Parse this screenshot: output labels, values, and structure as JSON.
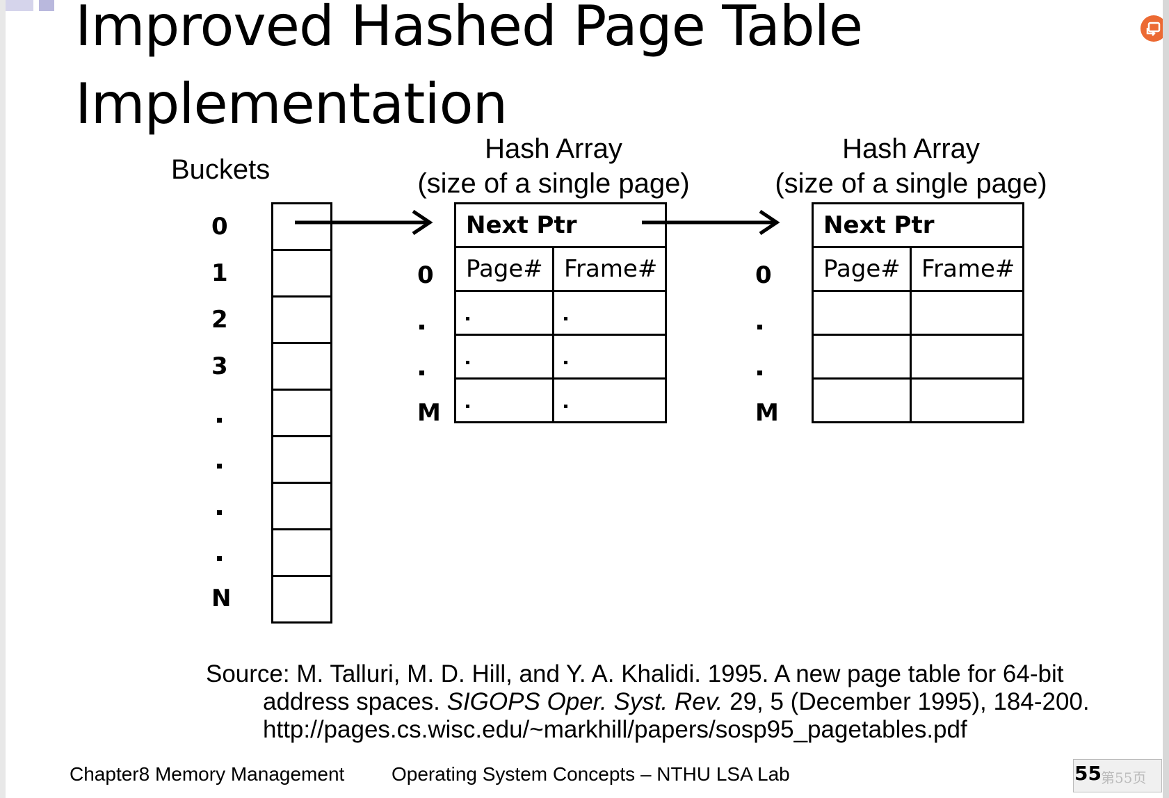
{
  "title": {
    "line1": "Improved Hashed Page Table",
    "line2": "Implementation"
  },
  "buckets": {
    "caption": "Buckets",
    "labels": [
      "0",
      "1",
      "2",
      "3",
      "N"
    ]
  },
  "hash_array_1": {
    "caption_line1": "Hash Array",
    "caption_line2": "(size of a single page)",
    "next_ptr": "Next Ptr",
    "col_page": "Page#",
    "col_frame": "Frame#",
    "row_label_first": "0",
    "row_label_last": "M"
  },
  "hash_array_2": {
    "caption_line1": "Hash Array",
    "caption_line2": "(size of a single page)",
    "next_ptr": "Next Ptr",
    "col_page": "Page#",
    "col_frame": "Frame#",
    "row_label_first": "0",
    "row_label_last": "M"
  },
  "source": {
    "line1": "Source: M. Talluri, M. D. Hill, and Y. A. Khalidi. 1995. A new page table for 64-bit",
    "line2_pre": "address spaces. ",
    "line2_italic": "SIGOPS Oper. Syst. Rev.",
    "line2_post": " 29, 5 (December 1995), 184-200.",
    "line3": "http://pages.cs.wisc.edu/~markhill/papers/sosp95_pagetables.pdf"
  },
  "footer": {
    "chapter": "Chapter8 Memory Management",
    "course": "Operating System Concepts – NTHU LSA Lab",
    "page_number": "55",
    "page_label_cn": "第55页"
  },
  "icons": {
    "top_right_badge": "share-icon",
    "badge_color": "#ec6a33",
    "deco_color": "#b9b8dd"
  }
}
